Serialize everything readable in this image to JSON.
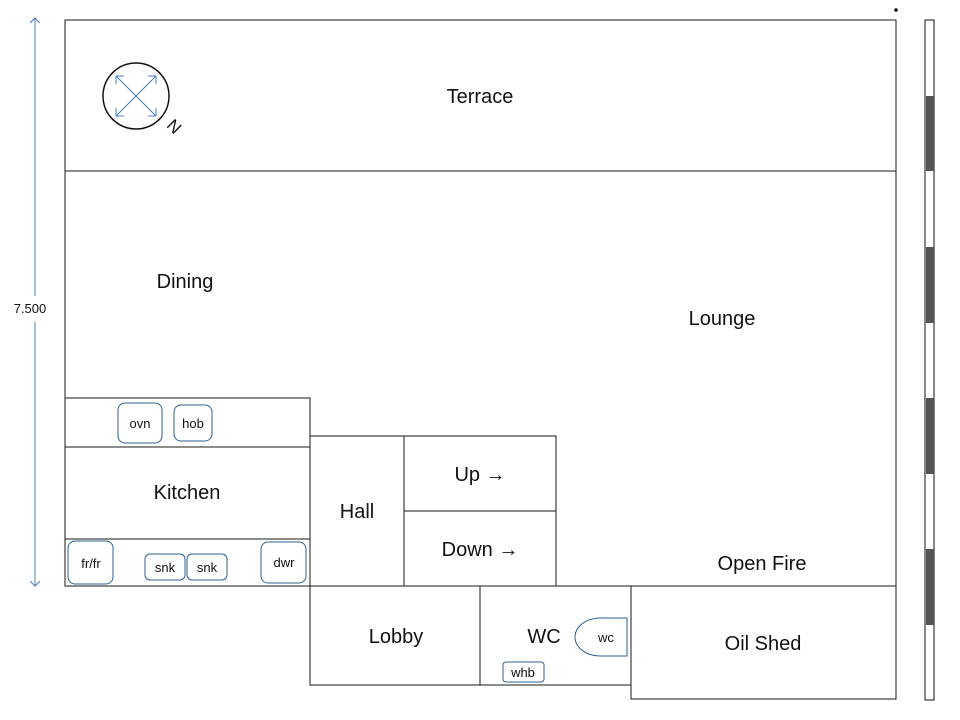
{
  "dimension": {
    "label": "7.500"
  },
  "compass": {
    "north_label": "N"
  },
  "rooms": {
    "terrace": "Terrace",
    "dining": "Dining",
    "lounge": "Lounge",
    "kitchen": "Kitchen",
    "hall": "Hall",
    "stairs_up": "Up →",
    "stairs_down": "Down →",
    "open_fire": "Open Fire",
    "lobby": "Lobby",
    "wc": "WC",
    "oil_shed": "Oil Shed"
  },
  "fixtures": {
    "oven": "ovn",
    "hob": "hob",
    "fridge_freezer": "fr/fr",
    "sink_1": "snk",
    "sink_2": "snk",
    "dishwasher": "dwr",
    "toilet": "wc",
    "wash_basin": "whb"
  },
  "colors": {
    "walls": "#1a1a1a",
    "fixture_outline": "#2f5f8f",
    "dimension_line": "#4a7fb5",
    "scale_dark": "#555555"
  }
}
